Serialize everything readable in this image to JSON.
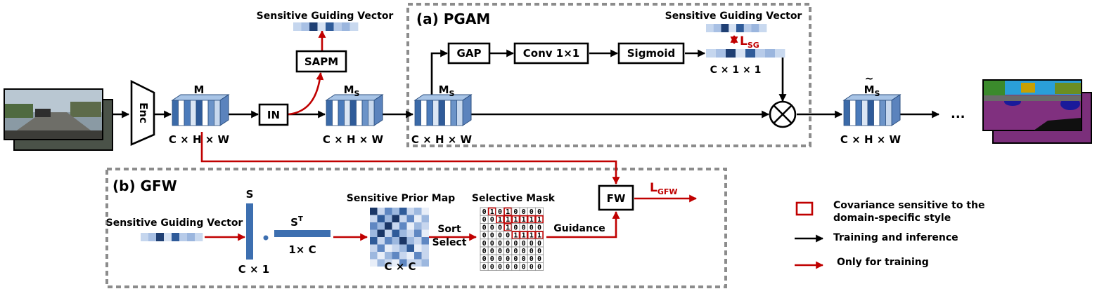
{
  "labels": {
    "enc": "Enc",
    "m": "M",
    "ms1": "M",
    "ms1_sub": "S",
    "ms2": "M",
    "ms2_sub": "S",
    "ms_tilde": "M",
    "ms_tilde_sub": "S",
    "ms_tilde_mark": "~",
    "dim_chw_1": "C × H × W",
    "dim_chw_2": "C × H × W",
    "dim_chw_3": "C × H × W",
    "dim_chw_4": "C × H × W",
    "in": "IN",
    "sapm": "SAPM",
    "sgv_top": "Sensitive Guiding Vector",
    "pgam_title": "(a) PGAM",
    "gap": "GAP",
    "conv": "Conv 1×1",
    "sigmoid": "Sigmoid",
    "sgv_pgam": "Sensitive Guiding Vector",
    "lsg": "L",
    "lsg_sub": "SG",
    "c11": "C × 1 × 1",
    "ellipsis": "...",
    "gfw_title": "(b) GFW",
    "sgv_gfw": "Sensitive Guiding Vector",
    "s": "S",
    "s_t": "S",
    "s_t_sup": "T",
    "one_c": "1× C",
    "c1": "C × 1",
    "spm": "Sensitive Prior Map",
    "cxc": "C × C",
    "sort": "Sort",
    "select": "Select",
    "selective_mask": "Selective Mask",
    "guidance": "Guidance",
    "fw": "FW",
    "lgfw": "L",
    "lgfw_sub": "GFW"
  },
  "legend": {
    "covariance_line1": "Covariance sensitive to the",
    "covariance_line2": "domain-specific style",
    "training_inference": "Training and inference",
    "only_training": "Only for training"
  },
  "mask_rows": [
    "01010000",
    "00111111",
    "00010000",
    "00001111",
    "00000000",
    "00000000",
    "00000000",
    "00000000"
  ],
  "colors": {
    "accent_red": "#c00000",
    "dash_gray": "#8c8c8c",
    "feature_blue": "#3d6fb0"
  }
}
